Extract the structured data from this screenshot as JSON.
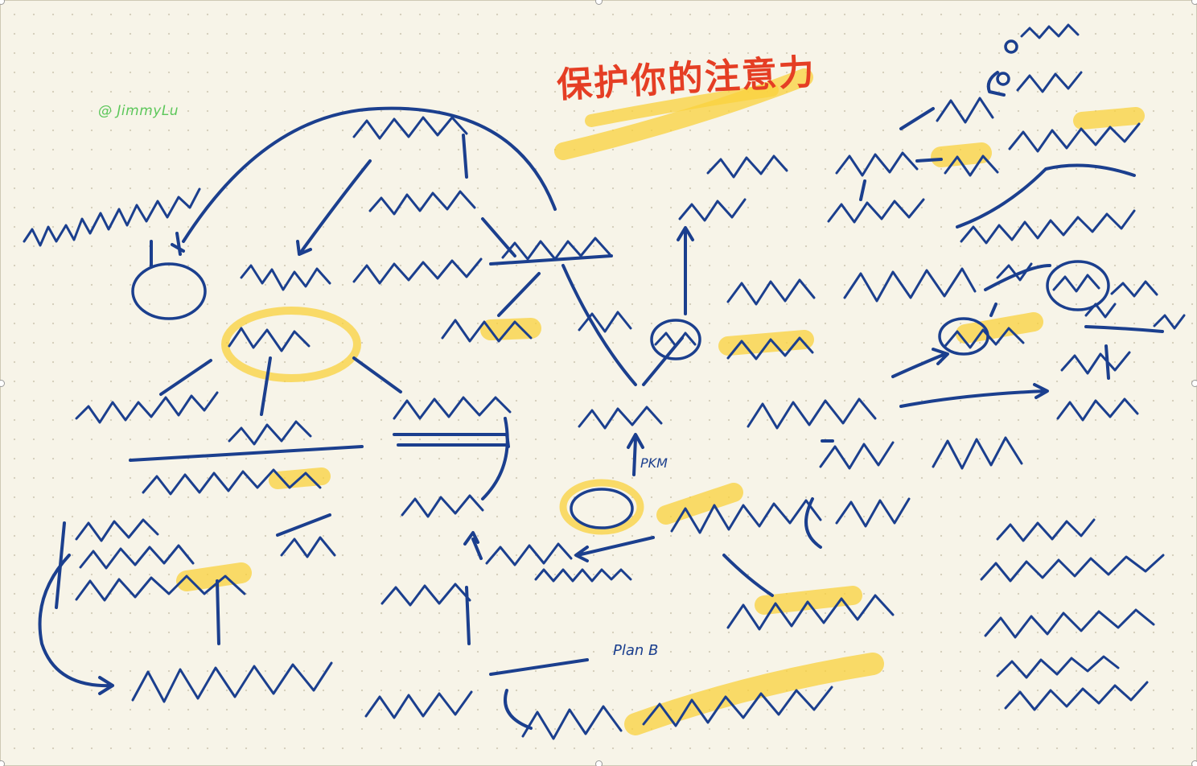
{
  "sketch": {
    "title": "保护你的注意力",
    "credit": "@ JimmyLu",
    "labels": {
      "pkm": "PKM",
      "plan_b": "Plan B"
    }
  },
  "colors": {
    "paper": "#f7f4e8",
    "ink": "#1b3f8e",
    "title": "#e53e24",
    "highlight": "#f9d23c",
    "credit": "#5cc75a"
  }
}
